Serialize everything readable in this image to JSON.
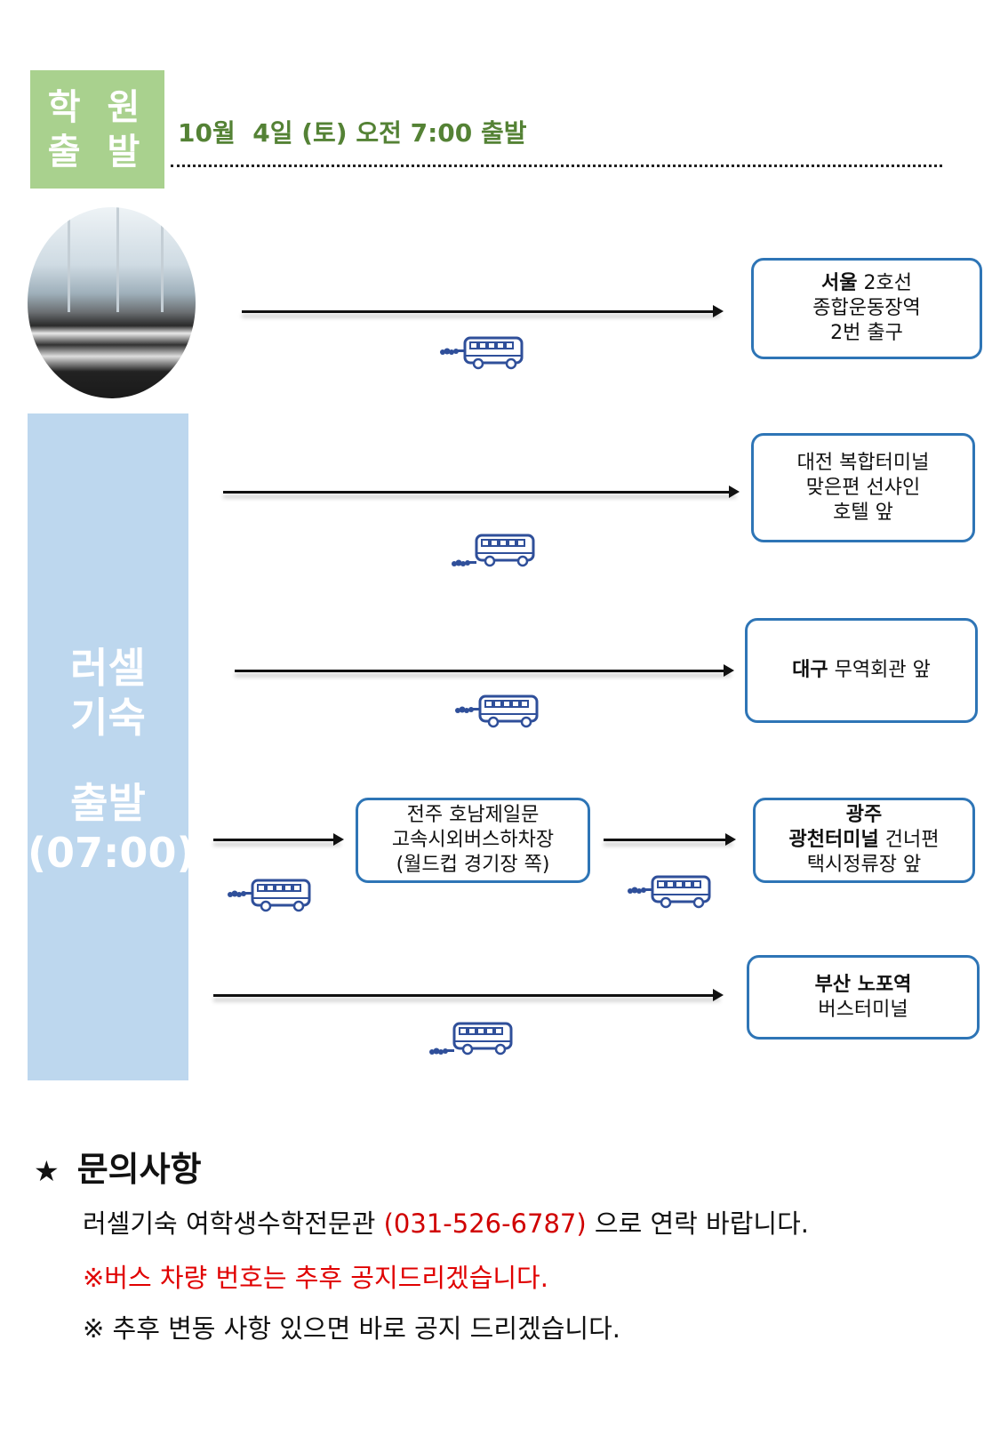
{
  "header": {
    "badge_line1": "학 원",
    "badge_line2": "출 발",
    "departure_title": "10월  4일 (토) 오전 7:00 출발"
  },
  "sidebar": {
    "line1": "러셀",
    "line2": "기숙",
    "line3": "출발",
    "line4": "(07:00)"
  },
  "routes": {
    "seoul": {
      "bold": "서울",
      "line1_rest": " 2호선",
      "line2": "종합운동장역",
      "line3": "2번 출구"
    },
    "daejeon": {
      "line1": "대전 복합터미널",
      "line2": "맞은편 선샤인",
      "line3": "호텔 앞"
    },
    "daegu": {
      "bold": "대구",
      "rest": " 무역회관 앞"
    },
    "jeonju": {
      "line1": "전주 호남제일문",
      "line2": "고속시외버스하차장",
      "line3": "(월드컵 경기장 쪽)"
    },
    "gwangju": {
      "line1": "광주",
      "bold2": "광천터미널",
      "rest2": " 건너편",
      "line3": "택시정류장 앞"
    },
    "busan": {
      "line1": "부산 노포역",
      "line2": "버스터미널"
    }
  },
  "contact": {
    "star": "★",
    "heading": "문의사항",
    "line1_pre": "러셀기숙 여학생수학전문관 ",
    "phone": "(031-526-6787)",
    "line1_post": " 으로 연락 바랍니다.",
    "notice_red": "※버스 차량 번호는 추후 공지드리겠습니다.",
    "notice": "※ 추후 변동 사항 있으면 바로 공지 드리겠습니다."
  },
  "colors": {
    "green": "#a9d18e",
    "title_green": "#548235",
    "side_blue": "#bdd7ee",
    "box_border": "#2e75b6",
    "bus": "#2f4f9a",
    "red": "#e00000"
  }
}
